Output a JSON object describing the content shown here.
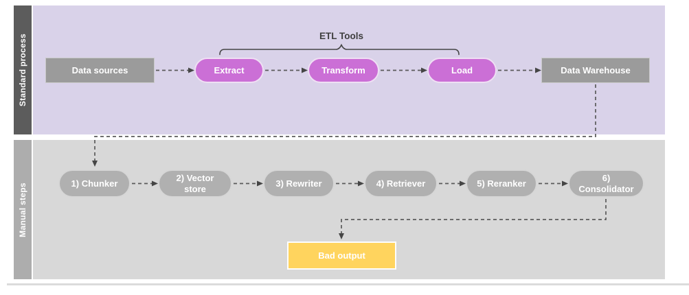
{
  "diagram": {
    "lanes": [
      {
        "label": "Standard process",
        "bracket_label": "ETL Tools",
        "nodes": [
          {
            "label": "Data sources"
          },
          {
            "label": "Extract"
          },
          {
            "label": "Transform"
          },
          {
            "label": "Load"
          },
          {
            "label": "Data Warehouse"
          }
        ]
      },
      {
        "label": "Manual steps",
        "nodes": [
          {
            "label": "1) Chunker"
          },
          {
            "label": "2) Vector store"
          },
          {
            "label": "3) Rewriter"
          },
          {
            "label": "4) Retriever"
          },
          {
            "label": "5) Reranker"
          },
          {
            "label": "6) Consolidator"
          }
        ],
        "output": {
          "label": "Bad output"
        }
      }
    ],
    "edges": [
      {
        "from": "Data sources",
        "to": "Extract",
        "style": "dashed-arrow"
      },
      {
        "from": "Extract",
        "to": "Transform",
        "style": "dashed-arrow"
      },
      {
        "from": "Transform",
        "to": "Load",
        "style": "dashed-arrow"
      },
      {
        "from": "Load",
        "to": "Data Warehouse",
        "style": "dashed-arrow"
      },
      {
        "from": "Data Warehouse",
        "to": "1) Chunker",
        "style": "dashed-arrow"
      },
      {
        "from": "1) Chunker",
        "to": "2) Vector store",
        "style": "dashed-arrow"
      },
      {
        "from": "2) Vector store",
        "to": "3) Rewriter",
        "style": "dashed-arrow"
      },
      {
        "from": "3) Rewriter",
        "to": "4) Retriever",
        "style": "dashed-arrow"
      },
      {
        "from": "4) Retriever",
        "to": "5) Reranker",
        "style": "dashed-arrow"
      },
      {
        "from": "5) Reranker",
        "to": "6) Consolidator",
        "style": "dashed-arrow"
      },
      {
        "from": "6) Consolidator",
        "to": "Bad output",
        "style": "dashed-arrow"
      }
    ],
    "bracket_covers": [
      "Extract",
      "Transform",
      "Load"
    ],
    "colors": {
      "standard_lane_bar": "#5C5C5C",
      "standard_lane_bg": "#D9D2E9",
      "manual_lane_bar": "#ADADAD",
      "manual_lane_bg": "#D8D8D8",
      "process_node": "#9B9B9B",
      "etl_node": "#CB6FD6",
      "manual_node": "#B0B0B0",
      "bad_output_node": "#FFD45E",
      "connector": "#5A5A5A",
      "node_text": "#FFFFFF",
      "annotation_text": "#3E3E3E"
    }
  }
}
